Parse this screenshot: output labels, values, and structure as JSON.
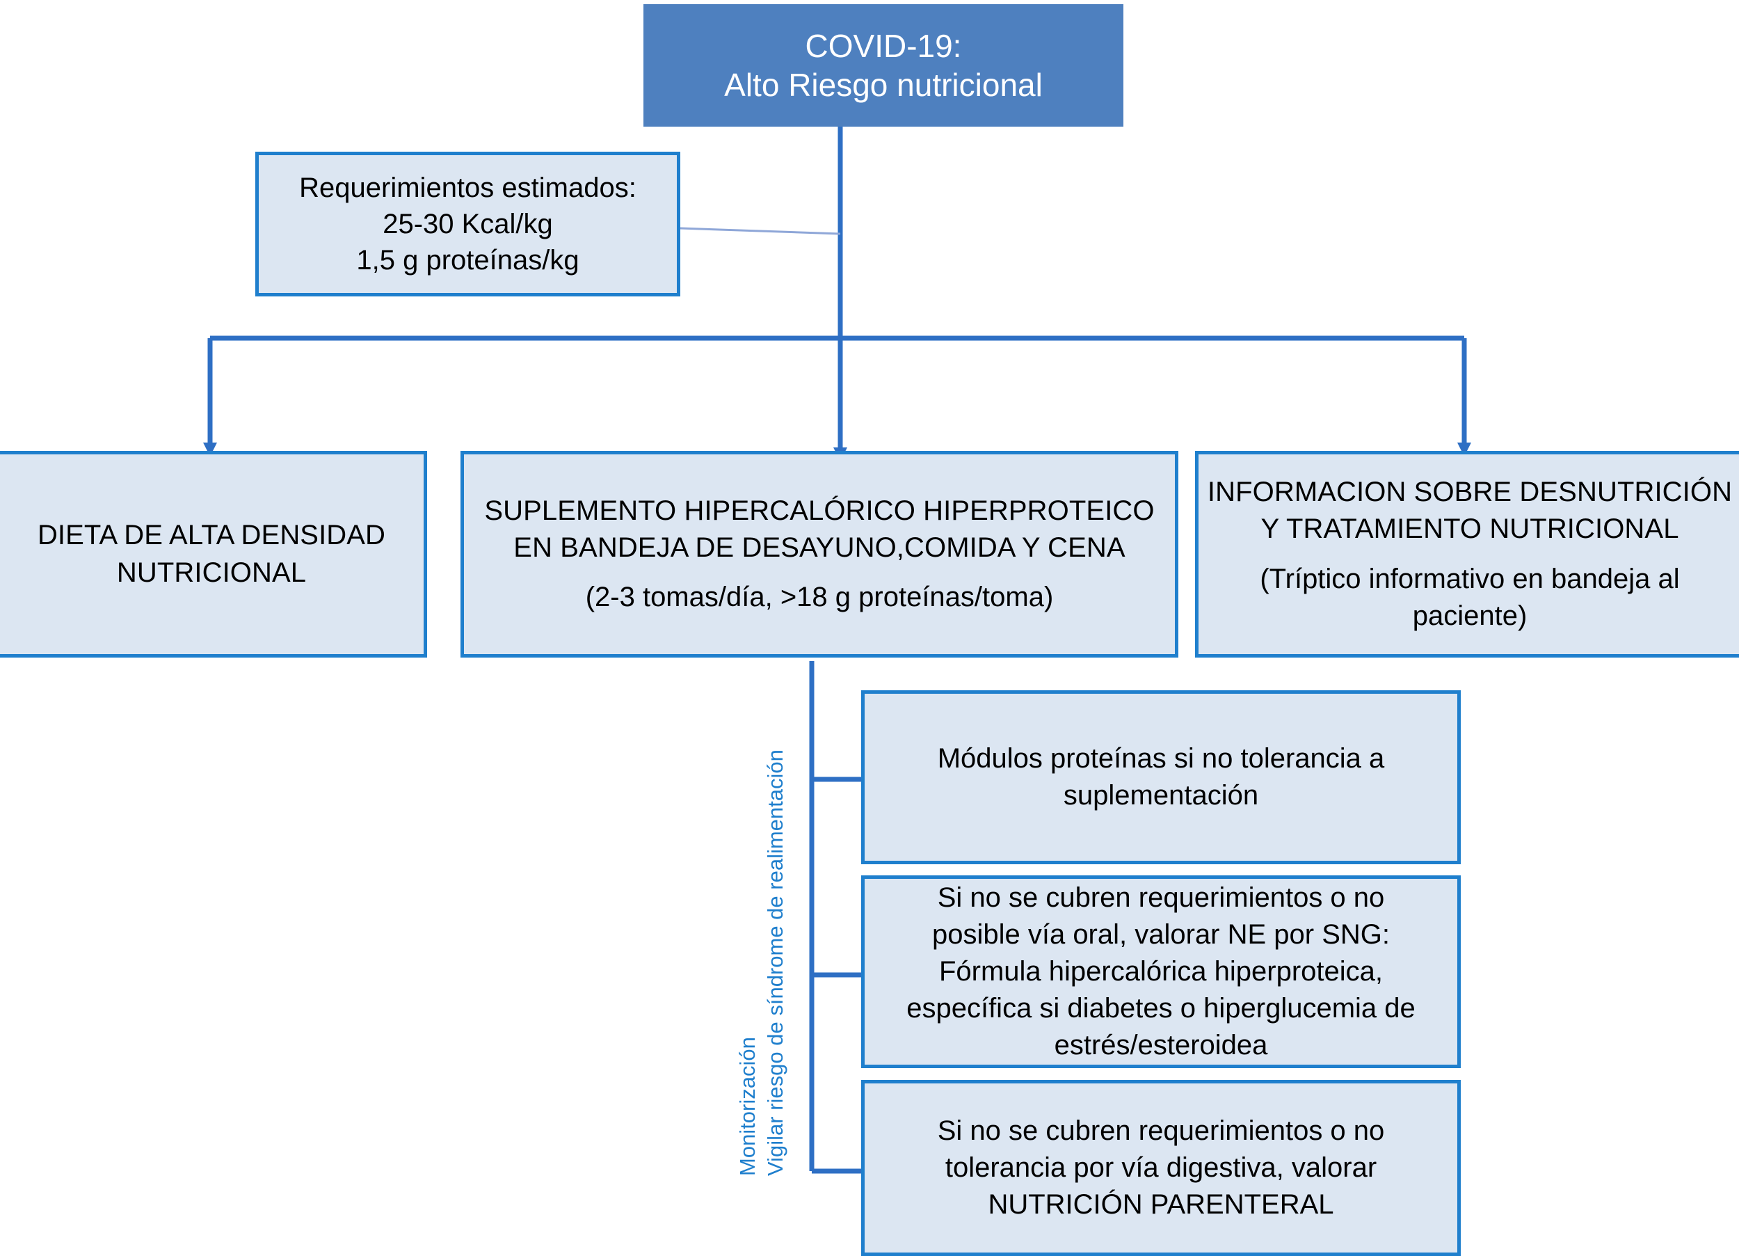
{
  "diagram": {
    "title": "COVID-19: Alto Riesgo nutricional — algoritmo de intervención nutricional",
    "colors": {
      "root_fill": "#4e80bf",
      "node_fill": "#dce6f2",
      "node_border": "#1f7fcd",
      "connector": "#2e6fc4",
      "label_text": "#1f7fcd",
      "text": "#000000",
      "root_text": "#ffffff",
      "background": "#ffffff"
    },
    "nodes": {
      "root": {
        "lines": [
          "COVID-19:",
          "Alto Riesgo nutricional"
        ]
      },
      "requirements": {
        "lines": [
          "Requerimientos estimados:",
          "25-30 Kcal/kg",
          "1,5 g proteínas/kg"
        ]
      },
      "branch_left": {
        "lines": [
          "DIETA DE ALTA DENSIDAD",
          "NUTRICIONAL"
        ]
      },
      "branch_center": {
        "lines": [
          "SUPLEMENTO HIPERCALÓRICO HIPERPROTEICO",
          "EN BANDEJA DE DESAYUNO,COMIDA Y CENA"
        ],
        "sub_lines": [
          "(2-3 tomas/día, >18 g proteínas/toma)"
        ]
      },
      "branch_right": {
        "lines": [
          "INFORMACION SOBRE DESNUTRICIÓN",
          "Y TRATAMIENTO NUTRICIONAL"
        ],
        "sub_lines": [
          "(Tríptico informativo en bandeja al",
          "paciente)"
        ]
      },
      "step_1": {
        "lines": [
          "Módulos proteínas si no tolerancia a",
          "suplementación"
        ]
      },
      "step_2": {
        "lines": [
          "Si no se cubren requerimientos o no",
          "posible vía oral, valorar NE por SNG:",
          "Fórmula hipercalórica hiperproteica,",
          "específica si diabetes o hiperglucemia de",
          "estrés/esteroidea"
        ]
      },
      "step_3": {
        "lines": [
          "Si no se cubren requerimientos o no",
          "tolerancia por vía digestiva, valorar",
          "NUTRICIÓN PARENTERAL"
        ]
      }
    },
    "side_label": {
      "lines": [
        "Monitorización",
        "Vigilar riesgo de síndrome de realimentación"
      ]
    }
  }
}
